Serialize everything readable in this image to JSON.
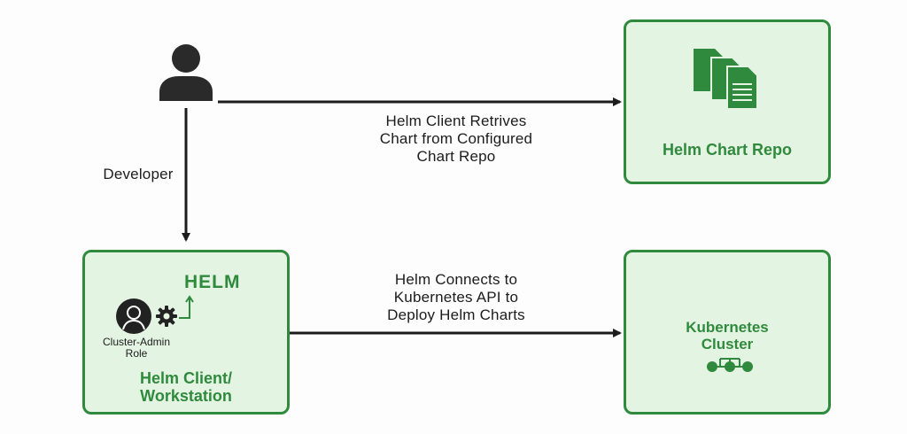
{
  "actor": {
    "name": "Developer",
    "icon": "person-icon"
  },
  "nodes": {
    "repo": {
      "title": "Helm Chart Repo",
      "icon": "documents-icon"
    },
    "client": {
      "logo": "HELM",
      "role": "Cluster-Admin\nRole",
      "title": "Helm Client/\nWorkstation",
      "icons": [
        "admin-avatar-icon",
        "gear-icon"
      ]
    },
    "cluster": {
      "title": "Kubernetes\nCluster",
      "icon": "cluster-nodes-icon"
    }
  },
  "edges": {
    "to_repo": "Helm Client Retrives\nChart from Configured\nChart Repo",
    "to_cluster": "Helm Connects to\nKubernetes API to\nDeploy Helm Charts"
  },
  "colors": {
    "green": "#2f8a3d",
    "box_fill": "#e4f4e2",
    "arrow": "#1c1c1c"
  }
}
